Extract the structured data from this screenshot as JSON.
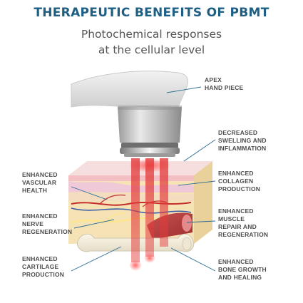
{
  "header": {
    "title": "THERAPEUTIC BENEFITS OF PBMT",
    "subtitle_lines": [
      "Photochemical responses",
      "at the cellular level"
    ]
  },
  "labels": {
    "apex": [
      "APEX",
      "HAND PIECE"
    ],
    "decreased_swelling": [
      "DECREASED",
      "SWELLING AND",
      "INFLAMMATION"
    ],
    "enhanced_collagen": [
      "ENHANCED",
      "COLLAGEN",
      "PRODUCTION"
    ],
    "enhanced_muscle": [
      "ENHANCED",
      "MUSCLE",
      "REPAIR AND",
      "REGENERATION"
    ],
    "enhanced_bone": [
      "ENHANCED",
      "BONE GROWTH",
      "AND HEALING"
    ],
    "enhanced_vascular": [
      "ENHANCED",
      "VASCULAR",
      "HEALTH"
    ],
    "enhanced_nerve": [
      "ENHANCED",
      "NERVE",
      "REGENERATION"
    ],
    "enhanced_cartilage": [
      "ENHANCED",
      "CARTILAGE",
      "PRODUCTION"
    ]
  },
  "colors": {
    "title": "#1f5f84",
    "leader": "#2d6c93",
    "laser": "#e23a3a",
    "skin_top": "#f1c7c8",
    "tissue": "#f5e3b6"
  }
}
